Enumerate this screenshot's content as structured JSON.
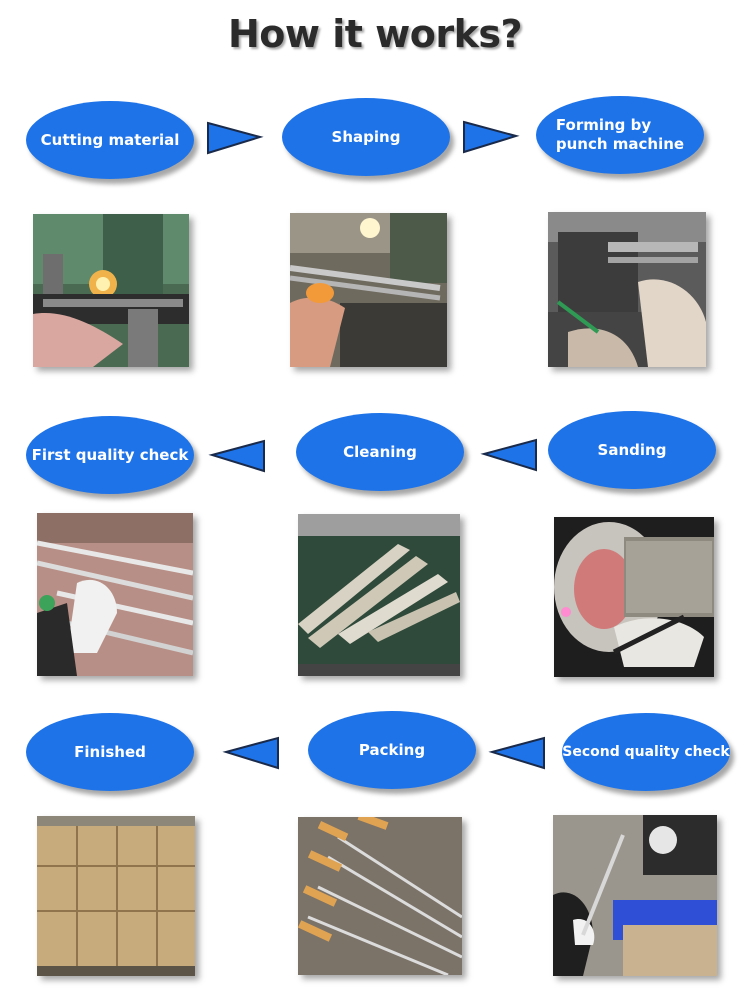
{
  "title": "How it works?",
  "steps": [
    {
      "label": "Cutting material"
    },
    {
      "label": "Shaping"
    },
    {
      "label": "Forming by\npunch machine"
    },
    {
      "label": "Sanding"
    },
    {
      "label": "Cleaning"
    },
    {
      "label": "First quality check"
    },
    {
      "label": "Second quality check"
    },
    {
      "label": "Packing"
    },
    {
      "label": "Finished"
    }
  ],
  "colors": {
    "accent": "#1e73e8",
    "title": "#2b2b2b"
  }
}
